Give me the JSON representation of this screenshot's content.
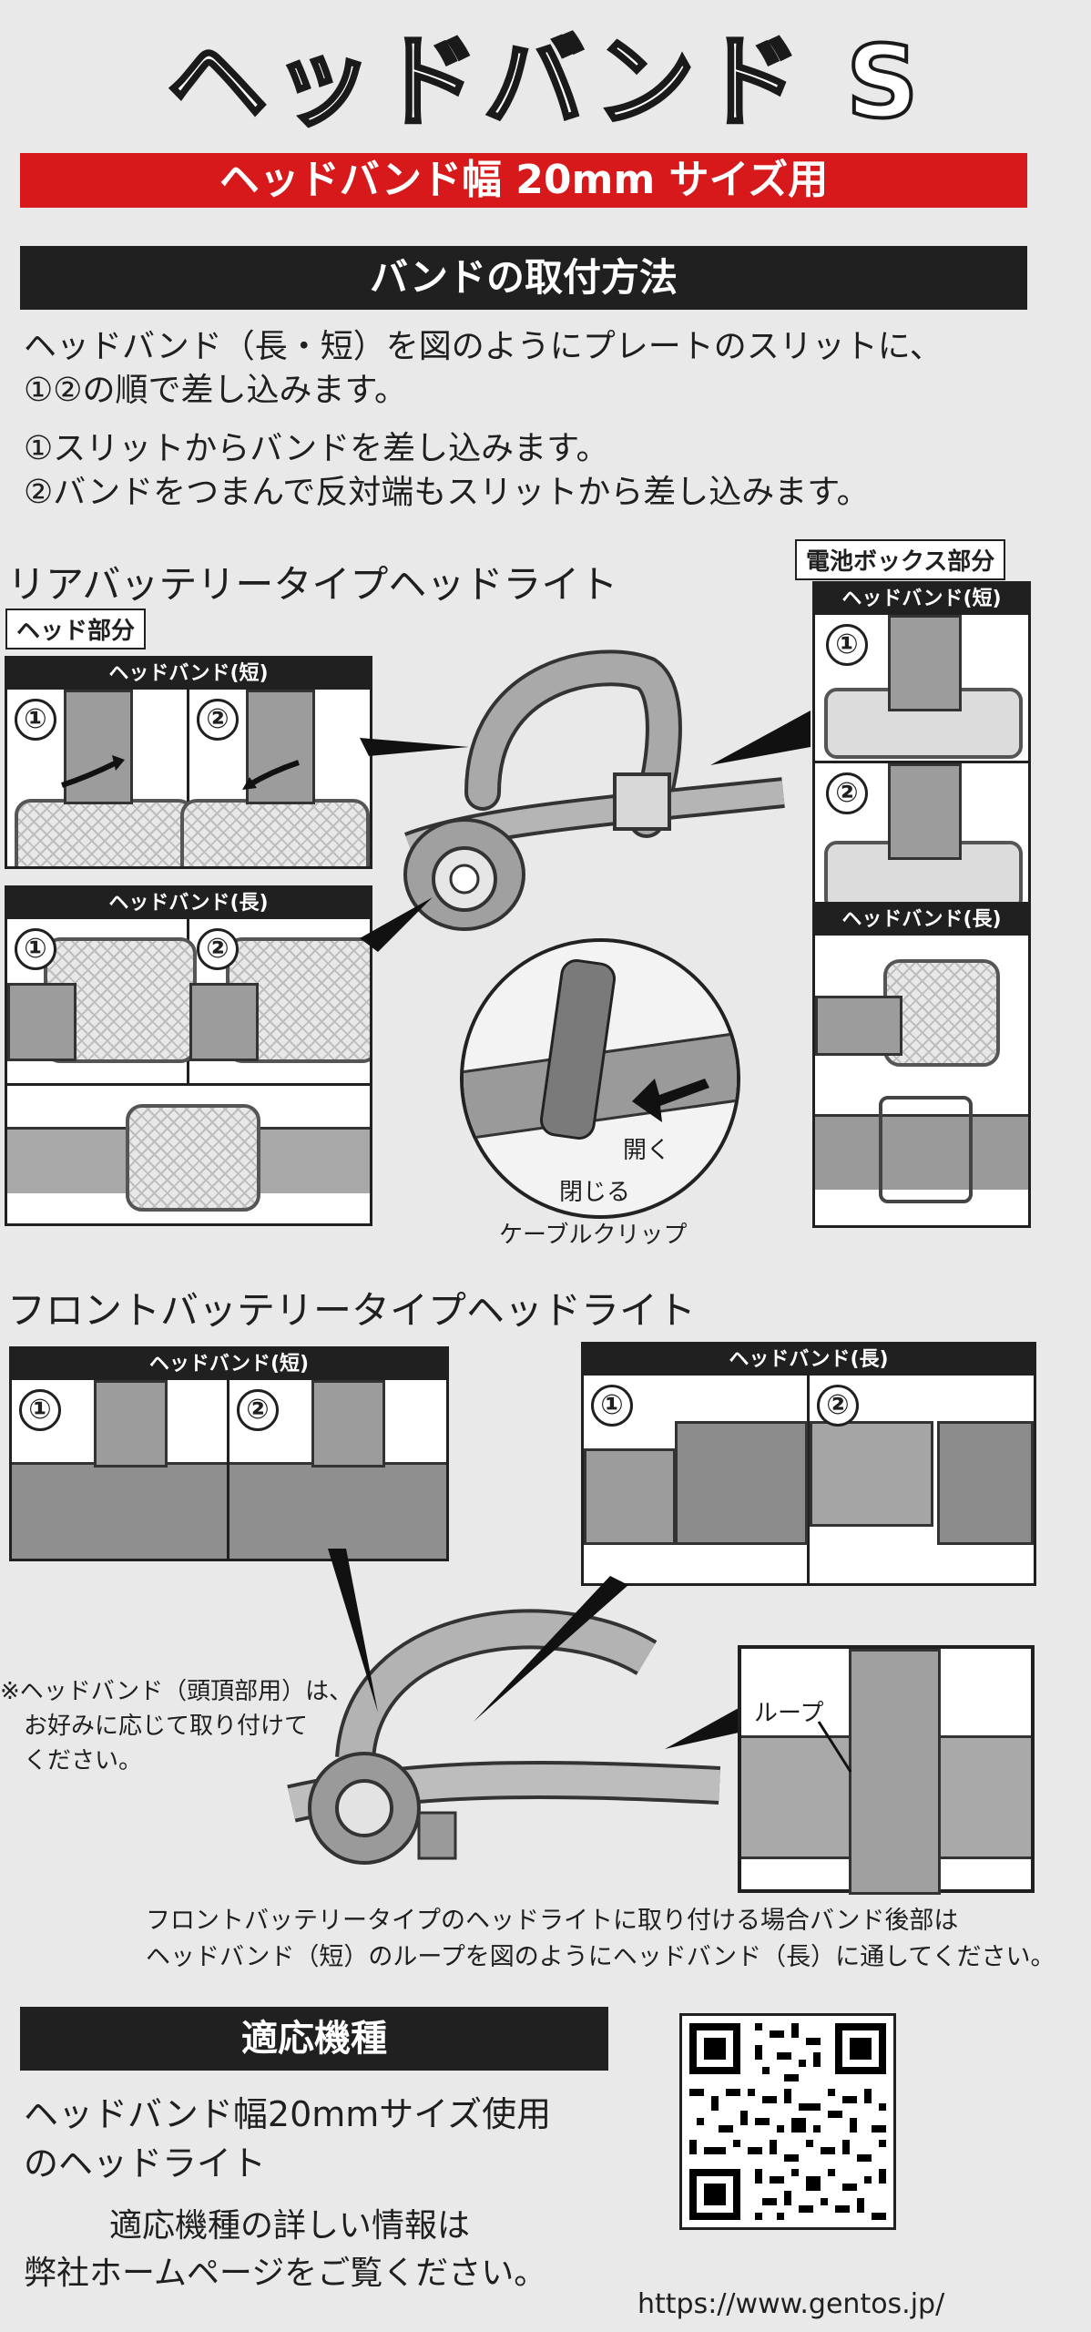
{
  "header": {
    "title": "ヘッドバンド S",
    "subtitle": "ヘッドバンド幅 20mm サイズ用"
  },
  "mounting": {
    "heading": "バンドの取付方法",
    "intro_line1": "ヘッドバンド（長・短）を図のようにプレートのスリットに、",
    "intro_line2": "①②の順で差し込みます。",
    "step1": "①スリットからバンドを差し込みます。",
    "step2": "②バンドをつまんで反対端もスリットから差し込みます。"
  },
  "rear": {
    "title": "リアバッテリータイプヘッドライト",
    "head_tag": "ヘッド部分",
    "battery_tag": "電池ボックス部分",
    "short_label": "ヘッドバンド(短)",
    "long_label": "ヘッドバンド(長)",
    "num1": "①",
    "num2": "②",
    "clip_open": "開く",
    "clip_close": "閉じる",
    "clip_label": "ケーブルクリップ"
  },
  "front": {
    "title": "フロントバッテリータイプヘッドライト",
    "short_label": "ヘッドバンド(短)",
    "long_label": "ヘッドバンド(長)",
    "num1": "①",
    "num2": "②",
    "note_line1": "※ヘッドバンド（頭頂部用）は、",
    "note_line2": "お好みに応じて取り付けて",
    "note_line3": "ください。",
    "loop_label": "ループ",
    "caption_line1": "フロントバッテリータイプのヘッドライトに取り付ける場合バンド後部は",
    "caption_line2": "ヘッドバンド（短）のループを図のようにヘッドバンド（長）に通してください。"
  },
  "compat": {
    "heading": "適応機種",
    "line1": "ヘッドバンド幅20mmサイズ使用",
    "line2": "のヘッドライト",
    "line3": "適応機種の詳しい情報は",
    "line4": "弊社ホームページをご覧ください。",
    "url": "https://www.gentos.jp/"
  }
}
